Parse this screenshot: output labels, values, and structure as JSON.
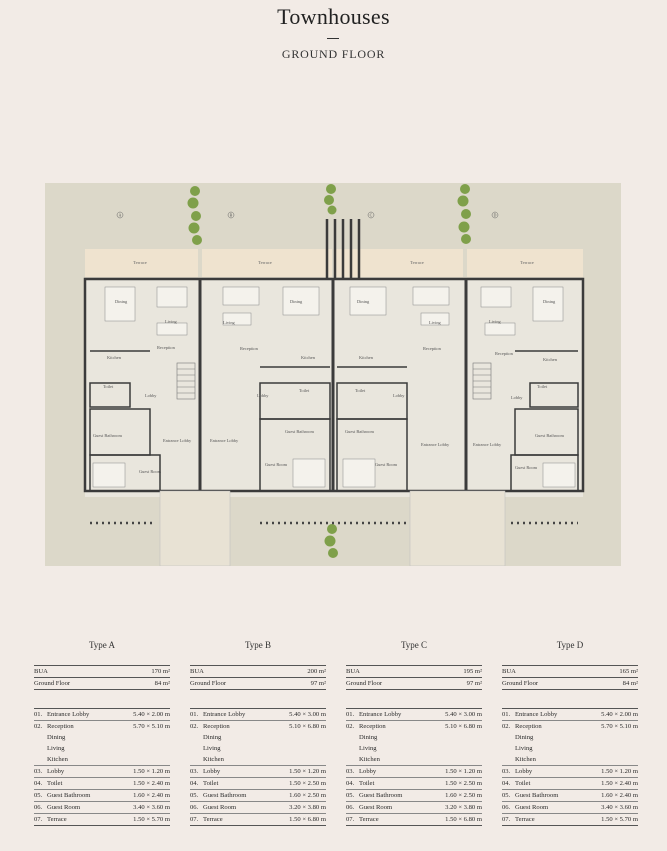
{
  "header": {
    "title": "Townhouses",
    "subtitle": "GROUND FLOOR"
  },
  "plan_labels": {
    "terrace": "Terrace",
    "dining": "Dining",
    "living": "Living",
    "reception": "Reception",
    "kitchen": "Kitchen",
    "toilet": "Toilet",
    "lobby": "Lobby",
    "guest_bathroom": "Guest Bathroom",
    "guest_room": "Guest Room",
    "entrance_lobby": "Entrance Lobby",
    "unit_markers": [
      "A",
      "B",
      "C",
      "D"
    ]
  },
  "types": [
    {
      "name": "Type A",
      "bua_label": "BUA",
      "bua": "170 m²",
      "floor_label": "Ground Floor",
      "floor": "84 m²",
      "rooms": [
        {
          "num": "01.",
          "name": "Entrance Lobby",
          "dim": "5.40 × 2.00 m"
        },
        {
          "num": "02.",
          "name": "Reception",
          "dim": "5.70 × 5.10 m",
          "sub": [
            "Dining",
            "Living",
            "Kitchen"
          ]
        },
        {
          "num": "03.",
          "name": "Lobby",
          "dim": "1.50 × 1.20 m"
        },
        {
          "num": "04.",
          "name": "Toilet",
          "dim": "1.50 × 2.40 m"
        },
        {
          "num": "05.",
          "name": "Guest Bathroom",
          "dim": "1.60 × 2.40 m"
        },
        {
          "num": "06.",
          "name": "Guest Room",
          "dim": "3.40 × 3.60 m"
        },
        {
          "num": "07.",
          "name": "Terrace",
          "dim": "1.50 × 5.70 m"
        }
      ]
    },
    {
      "name": "Type B",
      "bua_label": "BUA",
      "bua": "200 m²",
      "floor_label": "Ground Floor",
      "floor": "97 m²",
      "rooms": [
        {
          "num": "01.",
          "name": "Entrance Lobby",
          "dim": "5.40 × 3.00 m"
        },
        {
          "num": "02.",
          "name": "Reception",
          "dim": "5.10 × 6.80 m",
          "sub": [
            "Dining",
            "Living",
            "Kitchen"
          ]
        },
        {
          "num": "03.",
          "name": "Lobby",
          "dim": "1.50 × 1.20 m"
        },
        {
          "num": "04.",
          "name": "Toilet",
          "dim": "1.50 × 2.50 m"
        },
        {
          "num": "05.",
          "name": "Guest Bathroom",
          "dim": "1.60 × 2.50 m"
        },
        {
          "num": "06.",
          "name": "Guest Room",
          "dim": "3.20 × 3.80 m"
        },
        {
          "num": "07.",
          "name": "Terrace",
          "dim": "1.50 × 6.80 m"
        }
      ]
    },
    {
      "name": "Type C",
      "bua_label": "BUA",
      "bua": "195 m²",
      "floor_label": "Ground Floor",
      "floor": "97 m²",
      "rooms": [
        {
          "num": "01.",
          "name": "Entrance Lobby",
          "dim": "5.40 × 3.00 m"
        },
        {
          "num": "02.",
          "name": "Reception",
          "dim": "5.10 × 6.80 m",
          "sub": [
            "Dining",
            "Living",
            "Kitchen"
          ]
        },
        {
          "num": "03.",
          "name": "Lobby",
          "dim": "1.50 × 1.20 m"
        },
        {
          "num": "04.",
          "name": "Toilet",
          "dim": "1.50 × 2.50 m"
        },
        {
          "num": "05.",
          "name": "Guest Bathroom",
          "dim": "1.60 × 2.50 m"
        },
        {
          "num": "06.",
          "name": "Guest Room",
          "dim": "3.20 × 3.80 m"
        },
        {
          "num": "07.",
          "name": "Terrace",
          "dim": "1.50 × 6.80 m"
        }
      ]
    },
    {
      "name": "Type D",
      "bua_label": "BUA",
      "bua": "165 m²",
      "floor_label": "Ground Floor",
      "floor": "84 m²",
      "rooms": [
        {
          "num": "01.",
          "name": "Entrance Lobby",
          "dim": "5.40 × 2.00 m"
        },
        {
          "num": "02.",
          "name": "Reception",
          "dim": "5.70 × 5.10 m",
          "sub": [
            "Dining",
            "Living",
            "Kitchen"
          ]
        },
        {
          "num": "03.",
          "name": "Lobby",
          "dim": "1.50 × 1.20 m"
        },
        {
          "num": "04.",
          "name": "Toilet",
          "dim": "1.50 × 2.40 m"
        },
        {
          "num": "05.",
          "name": "Guest Bathroom",
          "dim": "1.60 × 2.40 m"
        },
        {
          "num": "06.",
          "name": "Guest Room",
          "dim": "3.40 × 3.60 m"
        },
        {
          "num": "07.",
          "name": "Terrace",
          "dim": "1.50 × 5.70 m"
        }
      ]
    }
  ],
  "colors": {
    "background": "#f2ebe6",
    "site": "#dcd8c9",
    "floor": "#e9e6dd",
    "wall": "#3b3b3b",
    "tree": "#7fa04a",
    "terrace": "#efe3cf"
  }
}
